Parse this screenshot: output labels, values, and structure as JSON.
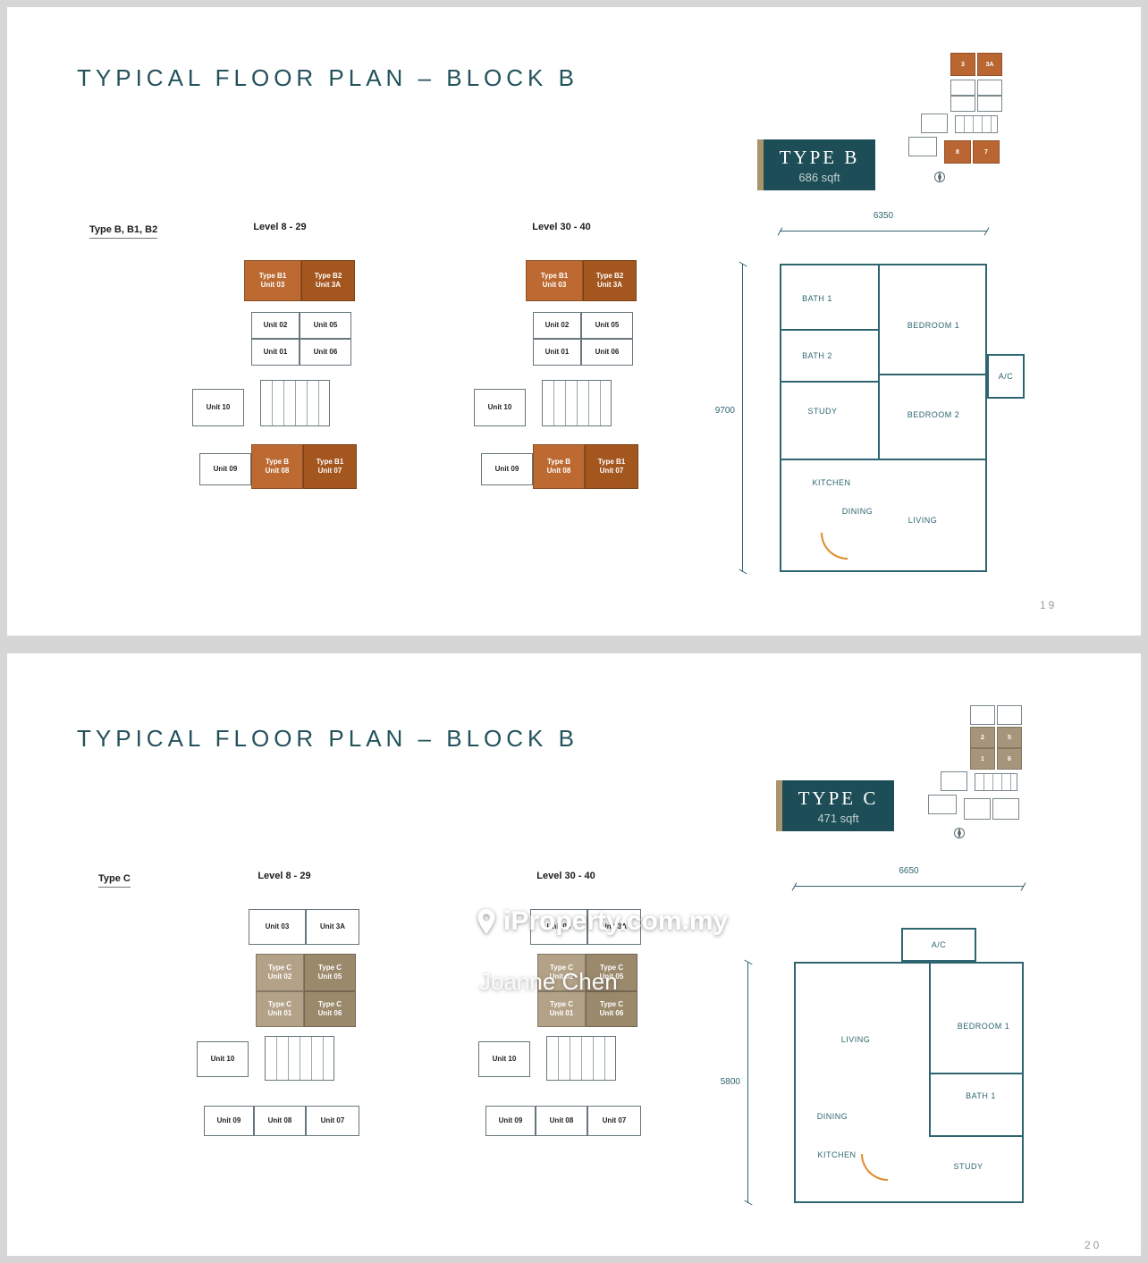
{
  "page1": {
    "title": "TYPICAL FLOOR PLAN – BLOCK B",
    "page_number": "19",
    "badge": {
      "type": "TYPE B",
      "area": "686 sqft"
    },
    "series_label": "Type B, B1, B2",
    "levels": {
      "left": "Level 8 - 29",
      "right": "Level 30 - 40"
    },
    "units": {
      "u03": {
        "type": "Type B1",
        "unit": "Unit 03"
      },
      "u3a": {
        "type": "Type B2",
        "unit": "Unit 3A"
      },
      "u02": {
        "unit": "Unit 02"
      },
      "u05": {
        "unit": "Unit 05"
      },
      "u01": {
        "unit": "Unit 01"
      },
      "u06": {
        "unit": "Unit 06"
      },
      "u10": {
        "unit": "Unit 10"
      },
      "u09": {
        "unit": "Unit 09"
      },
      "u08": {
        "type": "Type B",
        "unit": "Unit 08"
      },
      "u07": {
        "type": "Type B1",
        "unit": "Unit 07"
      }
    },
    "keyplan": {
      "c1": "3",
      "c2": "3A",
      "c3": "8",
      "c4": "7"
    },
    "floorplan": {
      "dim_width": "6350",
      "dim_height": "9700",
      "rooms": {
        "bath1": "BATH 1",
        "bedroom1": "BEDROOM 1",
        "bath2": "BATH 2",
        "ac": "A/C",
        "study": "STUDY",
        "bedroom2": "BEDROOM 2",
        "kitchen": "KITCHEN",
        "dining": "DINING",
        "living": "LIVING"
      }
    }
  },
  "page2": {
    "title": "TYPICAL FLOOR PLAN – BLOCK B",
    "page_number": "20",
    "badge": {
      "type": "TYPE C",
      "area": "471 sqft"
    },
    "series_label": "Type C",
    "levels": {
      "left": "Level 8 - 29",
      "right": "Level 30 - 40"
    },
    "units": {
      "u03": {
        "unit": "Unit 03"
      },
      "u3a": {
        "unit": "Unit 3A"
      },
      "c02": {
        "type": "Type C",
        "unit": "Unit 02"
      },
      "c05": {
        "type": "Type C",
        "unit": "Unit 05"
      },
      "c01": {
        "type": "Type C",
        "unit": "Unit 01"
      },
      "c06": {
        "type": "Type C",
        "unit": "Unit 06"
      },
      "u10": {
        "unit": "Unit 10"
      },
      "u09": {
        "unit": "Unit 09"
      },
      "u08": {
        "unit": "Unit 08"
      },
      "u07": {
        "unit": "Unit 07"
      }
    },
    "keyplan": {
      "c1": "2",
      "c2": "5",
      "c3": "1",
      "c4": "6"
    },
    "floorplan": {
      "dim_width": "6650",
      "dim_height": "5800",
      "rooms": {
        "ac": "A/C",
        "living": "LIVING",
        "bedroom1": "BEDROOM 1",
        "dining": "DINING",
        "bath1": "BATH 1",
        "kitchen": "KITCHEN",
        "study": "STUDY"
      }
    },
    "watermark": {
      "brand": "iProperty.com.my",
      "agent": "Joanne Chen"
    }
  }
}
